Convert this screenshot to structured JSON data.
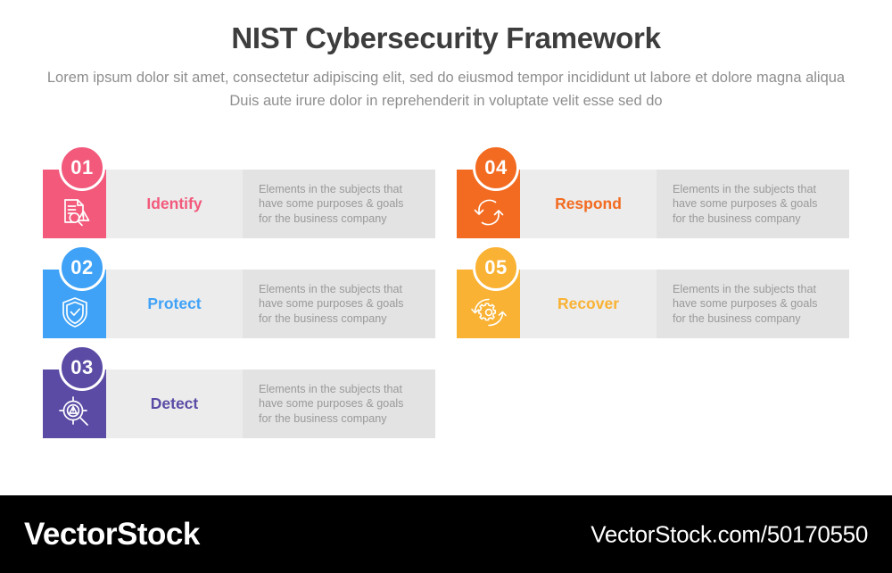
{
  "header": {
    "title": "NIST Cybersecurity Framework",
    "subtitle": "Lorem ipsum dolor sit amet, consectetur adipiscing elit, sed do eiusmod tempor incididunt ut labore et dolore magna aliqua Duis aute irure dolor in reprehenderit in voluptate velit esse sed do"
  },
  "palette": {
    "pink": "#f2597b",
    "blue": "#3fa2f7",
    "purple": "#5b4ba5",
    "orange": "#f26b21",
    "amber": "#f9b233",
    "panel_light": "#ececec",
    "panel_dark": "#e3e3e3",
    "title_text": "#3d3d3d",
    "body_text": "#9a9a9a",
    "footer_bg": "#000000"
  },
  "cards": [
    {
      "number": "01",
      "label": "Identify",
      "description": "Elements in the subjects that have  some purposes & goals for the  business company",
      "color": "#f2597b",
      "icon": "document-magnifier-warning-icon"
    },
    {
      "number": "02",
      "label": "Protect",
      "description": "Elements in the subjects that have  some purposes & goals for the  business company",
      "color": "#3fa2f7",
      "icon": "shield-check-icon"
    },
    {
      "number": "03",
      "label": "Detect",
      "description": "Elements in the subjects that have  some purposes & goals for the  business company",
      "color": "#5b4ba5",
      "icon": "target-magnifier-alert-icon"
    },
    {
      "number": "04",
      "label": "Respond",
      "description": "Elements in the subjects that have  some purposes & goals for the  business company",
      "color": "#f26b21",
      "icon": "circular-arrows-icon"
    },
    {
      "number": "05",
      "label": "Recover",
      "description": "Elements in the subjects that have  some purposes & goals for the  business company",
      "color": "#f9b233",
      "icon": "gear-refresh-icon"
    }
  ],
  "footer": {
    "brand": "VectorStock",
    "url": "VectorStock.com/50170550"
  }
}
